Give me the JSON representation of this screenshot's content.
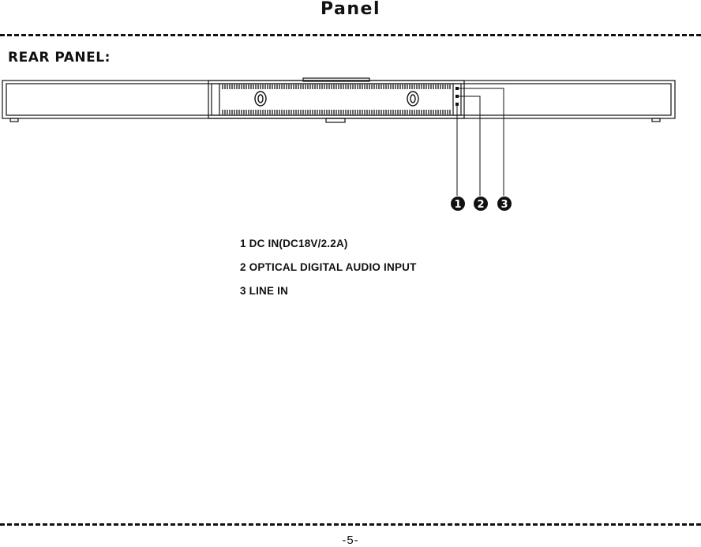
{
  "page": {
    "title": "Panel",
    "section_heading": "REAR PANEL:",
    "page_number": "-5-"
  },
  "diagram": {
    "callouts": [
      "1",
      "2",
      "3"
    ]
  },
  "legend": {
    "items": [
      "1 DC IN(DC18V/2.2A)",
      "2 OPTICAL DIGITAL AUDIO INPUT",
      "3 LINE IN"
    ]
  }
}
